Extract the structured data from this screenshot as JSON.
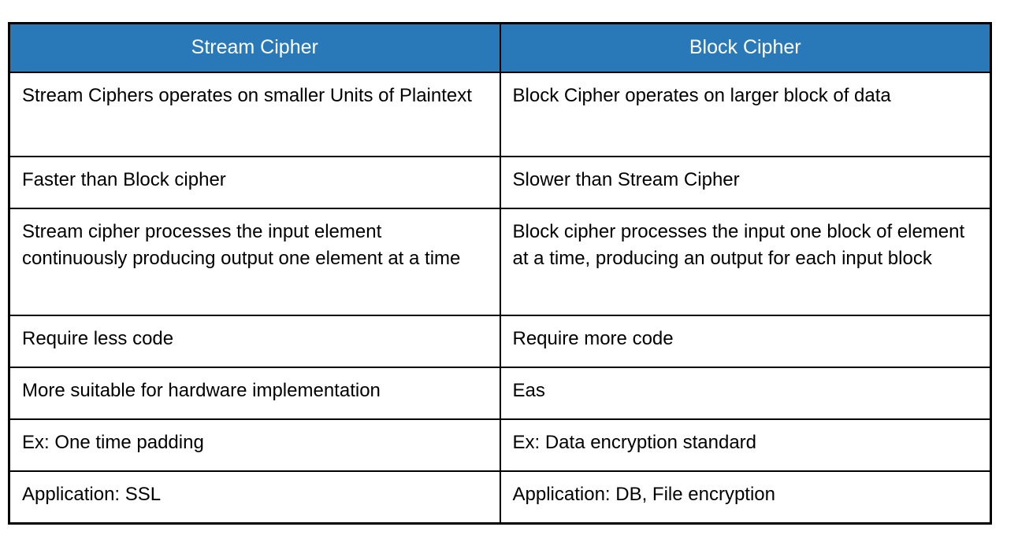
{
  "table": {
    "header_bg": "#2979B9",
    "header_text_color": "#FFFFFF",
    "border_color": "#000000",
    "columns": [
      {
        "label": "Stream Cipher"
      },
      {
        "label": "Block Cipher"
      }
    ],
    "rows": [
      {
        "stream": "Stream Ciphers operates on smaller Units of Plaintext",
        "block": "Block Cipher operates on larger block of data"
      },
      {
        "stream": "Faster than Block cipher",
        "block": "Slower than Stream Cipher"
      },
      {
        "stream": "Stream cipher processes the input element continuously producing output one element at a time",
        "block": "Block cipher processes the input one block of element at a time, producing an output for each input block"
      },
      {
        "stream": "Require less code",
        "block": "Require more code"
      },
      {
        "stream": "More suitable for hardware implementation",
        "block": "Eas"
      },
      {
        "stream": "Ex: One time padding",
        "block": "Ex: Data encryption standard"
      },
      {
        "stream": "Application: SSL",
        "block": "Application: DB, File encryption"
      }
    ]
  }
}
